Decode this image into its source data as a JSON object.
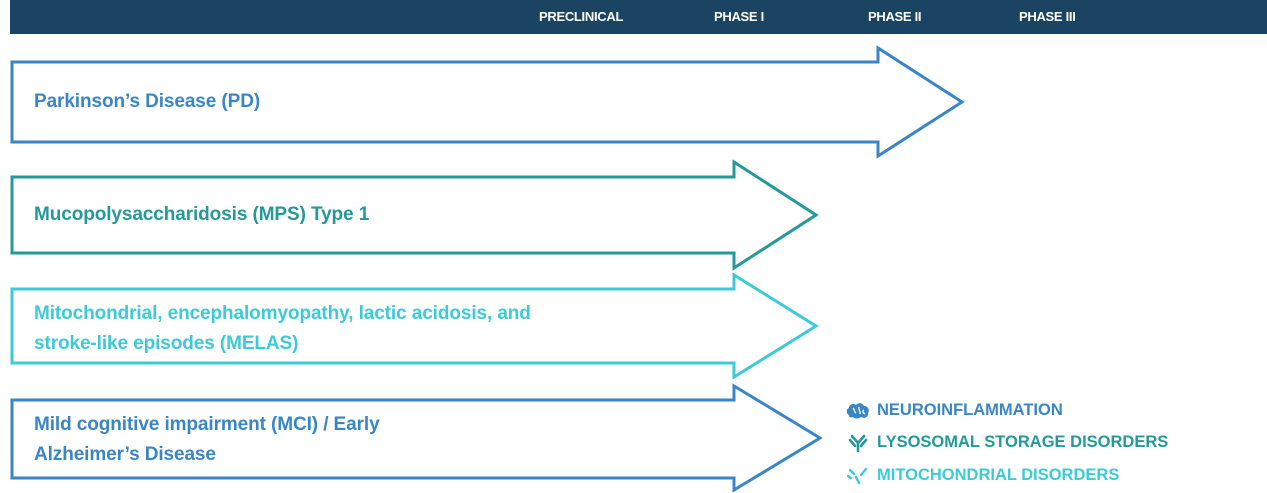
{
  "header": {
    "phases": [
      "PRECLINICAL",
      "PHASE I",
      "PHASE II",
      "PHASE III"
    ]
  },
  "programs": [
    {
      "label": "Parkinson’s Disease (PD)",
      "category": "neuroinflammation",
      "phase_reached": "PHASE II",
      "color": "#3a85c6"
    },
    {
      "label": "Mucopolysaccharidosis (MPS) Type 1",
      "category": "lysosomal",
      "phase_reached": "PHASE I",
      "color": "#23999a"
    },
    {
      "label_lines": [
        "Mitochondrial, encephalomyopathy, lactic acidosis, and",
        "stroke-like episodes (MELAS)"
      ],
      "category": "mitochondrial",
      "phase_reached": "PHASE I",
      "color": "#3ccbd6"
    },
    {
      "label_lines": [
        "Mild cognitive impairment (MCI) / Early",
        "Alzheimer’s Disease"
      ],
      "category": "neuroinflammation",
      "phase_reached": "PHASE I",
      "color": "#3a85c6"
    }
  ],
  "legend": [
    {
      "label": "NEUROINFLAMMATION",
      "icon": "brain-icon",
      "color": "#3a85c6"
    },
    {
      "label": "LYSOSOMAL STORAGE DISORDERS",
      "icon": "antibody-icon",
      "color": "#23999a"
    },
    {
      "label": "MITOCHONDRIAL DISORDERS",
      "icon": "mitochondria-icon",
      "color": "#3ccbd6"
    }
  ],
  "colors": {
    "header_bg": "#1b4362",
    "neuro": "#3a85c6",
    "lysosomal": "#23999a",
    "mito": "#3ccbd6"
  }
}
